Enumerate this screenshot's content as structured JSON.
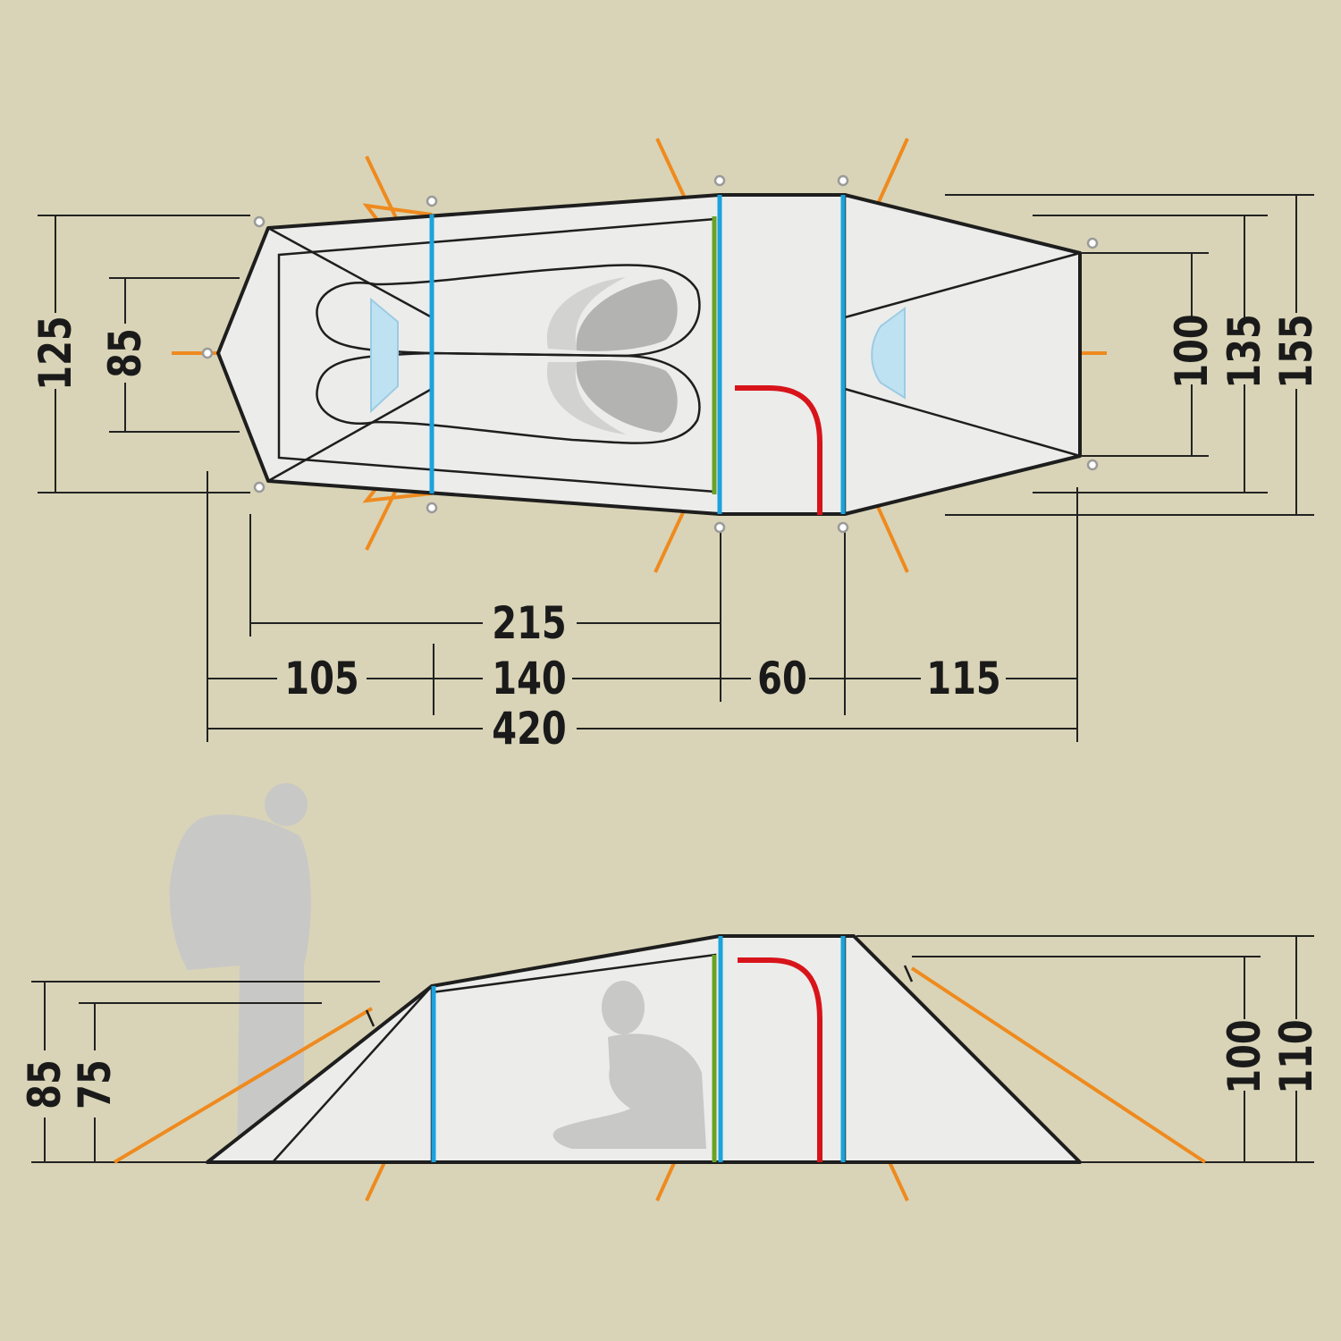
{
  "colors": {
    "background": "#d9d4b7",
    "tent_fill": "#ececeb",
    "outline": "#1e1e1e",
    "guy_lines": "#ef8a1e",
    "pole_blue": "#1aa3dc",
    "pole_green": "#6aa324",
    "door_zip": "#d8141b",
    "silhouette": "#c8c8c6"
  },
  "top_view": {
    "left_dims": [
      "125",
      "85"
    ],
    "right_dims": [
      "100",
      "135",
      "155"
    ],
    "length_dims": {
      "inner_215": "215",
      "seg_105": "105",
      "seg_140": "140",
      "seg_60": "60",
      "seg_115": "115",
      "total": "420"
    }
  },
  "side_view": {
    "left_dims": [
      "85",
      "75"
    ],
    "right_dims": [
      "100",
      "110"
    ]
  }
}
